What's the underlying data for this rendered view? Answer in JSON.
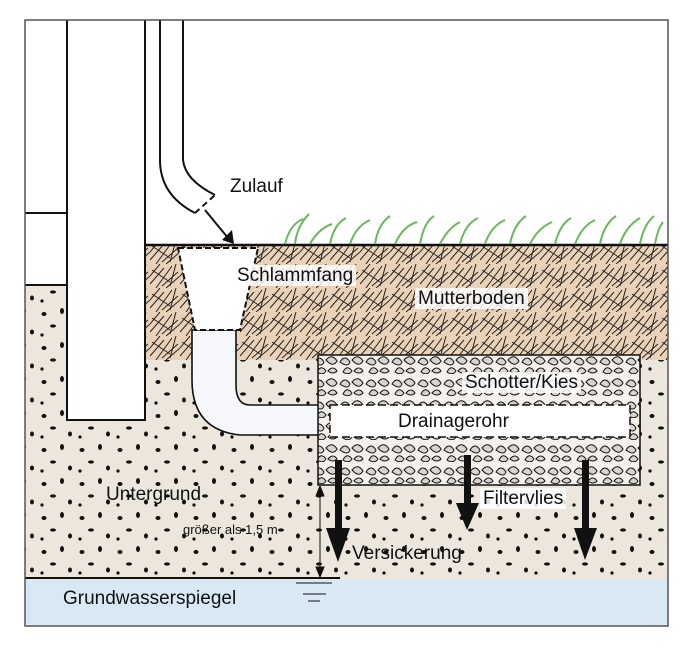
{
  "labels": {
    "inlet": "Zulauf",
    "sludge_trap": "Schlammfang",
    "topsoil": "Mutterboden",
    "gravel": "Schotter/Kies",
    "drain_pipe": "Drainagerohr",
    "subsoil": "Untergrund",
    "filter_fleece": "Filtervlies",
    "distance": "größer als 1,5 m",
    "infiltration": "Versickerung",
    "groundwater": "Grundwasserspiegel"
  },
  "colors": {
    "subsoil": "#ece6dc",
    "topsoil": "#e9c9a8",
    "water": "#d9e8f5",
    "grass": "#8cc97a",
    "outline": "#111111"
  }
}
